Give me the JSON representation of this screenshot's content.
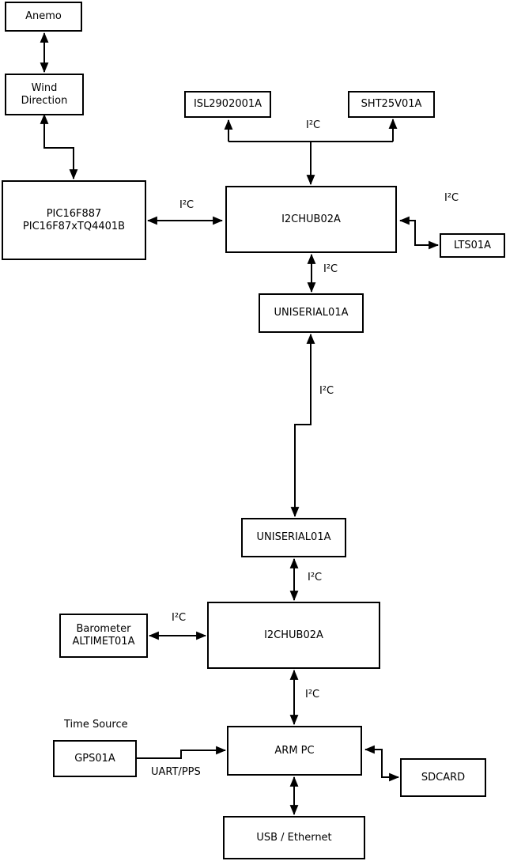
{
  "diagram": {
    "colors": {
      "line": "#000000",
      "background": "#ffffff",
      "box_fill": "#ffffff"
    },
    "nodes": {
      "anemo": {
        "label": "Anemo"
      },
      "wind_direction": {
        "label": "Wind\nDirection"
      },
      "pic": {
        "label": "PIC16F887\nPIC16F87xTQ4401B"
      },
      "isl": {
        "label": "ISL2902001A"
      },
      "sht": {
        "label": "SHT25V01A"
      },
      "hub1": {
        "label": "I2CHUB02A"
      },
      "lts": {
        "label": "LTS01A"
      },
      "uniserial1": {
        "label": "UNISERIAL01A"
      },
      "uniserial2": {
        "label": "UNISERIAL01A"
      },
      "hub2": {
        "label": "I2CHUB02A"
      },
      "barometer": {
        "label": "Barometer\nALTIMET01A"
      },
      "arm_pc": {
        "label": "ARM PC"
      },
      "gps": {
        "label": "GPS01A"
      },
      "sdcard": {
        "label": "SDCARD"
      },
      "usb_ethernet": {
        "label": "USB / Ethernet"
      }
    },
    "edge_labels": {
      "top_branch": "I²C",
      "pic_hub1": "I²C",
      "hub1_lts": "I²C",
      "hub1_uniserial1": "I²C",
      "uniserial_link": "I²C",
      "uniserial2_hub2": "I²C",
      "barometer_hub2": "I²C",
      "hub2_armpc": "I²C",
      "time_source": "Time Source",
      "uart_pps": "UART/PPS"
    },
    "connections": [
      {
        "from": "anemo",
        "to": "wind_direction",
        "bidirectional": true
      },
      {
        "from": "wind_direction",
        "to": "pic",
        "bidirectional": true
      },
      {
        "from": "pic",
        "to": "hub1",
        "bidirectional": true,
        "label": "I²C"
      },
      {
        "from": "hub1",
        "to": "isl",
        "bidirectional": false,
        "label": "I²C"
      },
      {
        "from": "hub1",
        "to": "sht",
        "bidirectional": false,
        "label": "I²C"
      },
      {
        "from": "hub1",
        "to": "lts",
        "bidirectional": true,
        "label": "I²C"
      },
      {
        "from": "hub1",
        "to": "uniserial1",
        "bidirectional": true,
        "label": "I²C"
      },
      {
        "from": "uniserial1",
        "to": "uniserial2",
        "bidirectional": true,
        "label": "I²C"
      },
      {
        "from": "uniserial2",
        "to": "hub2",
        "bidirectional": true,
        "label": "I²C"
      },
      {
        "from": "barometer",
        "to": "hub2",
        "bidirectional": true,
        "label": "I²C"
      },
      {
        "from": "hub2",
        "to": "arm_pc",
        "bidirectional": true,
        "label": "I²C"
      },
      {
        "from": "gps",
        "to": "arm_pc",
        "bidirectional": false,
        "label": "UART/PPS"
      },
      {
        "from": "arm_pc",
        "to": "sdcard",
        "bidirectional": true
      },
      {
        "from": "arm_pc",
        "to": "usb_ethernet",
        "bidirectional": true
      }
    ]
  }
}
